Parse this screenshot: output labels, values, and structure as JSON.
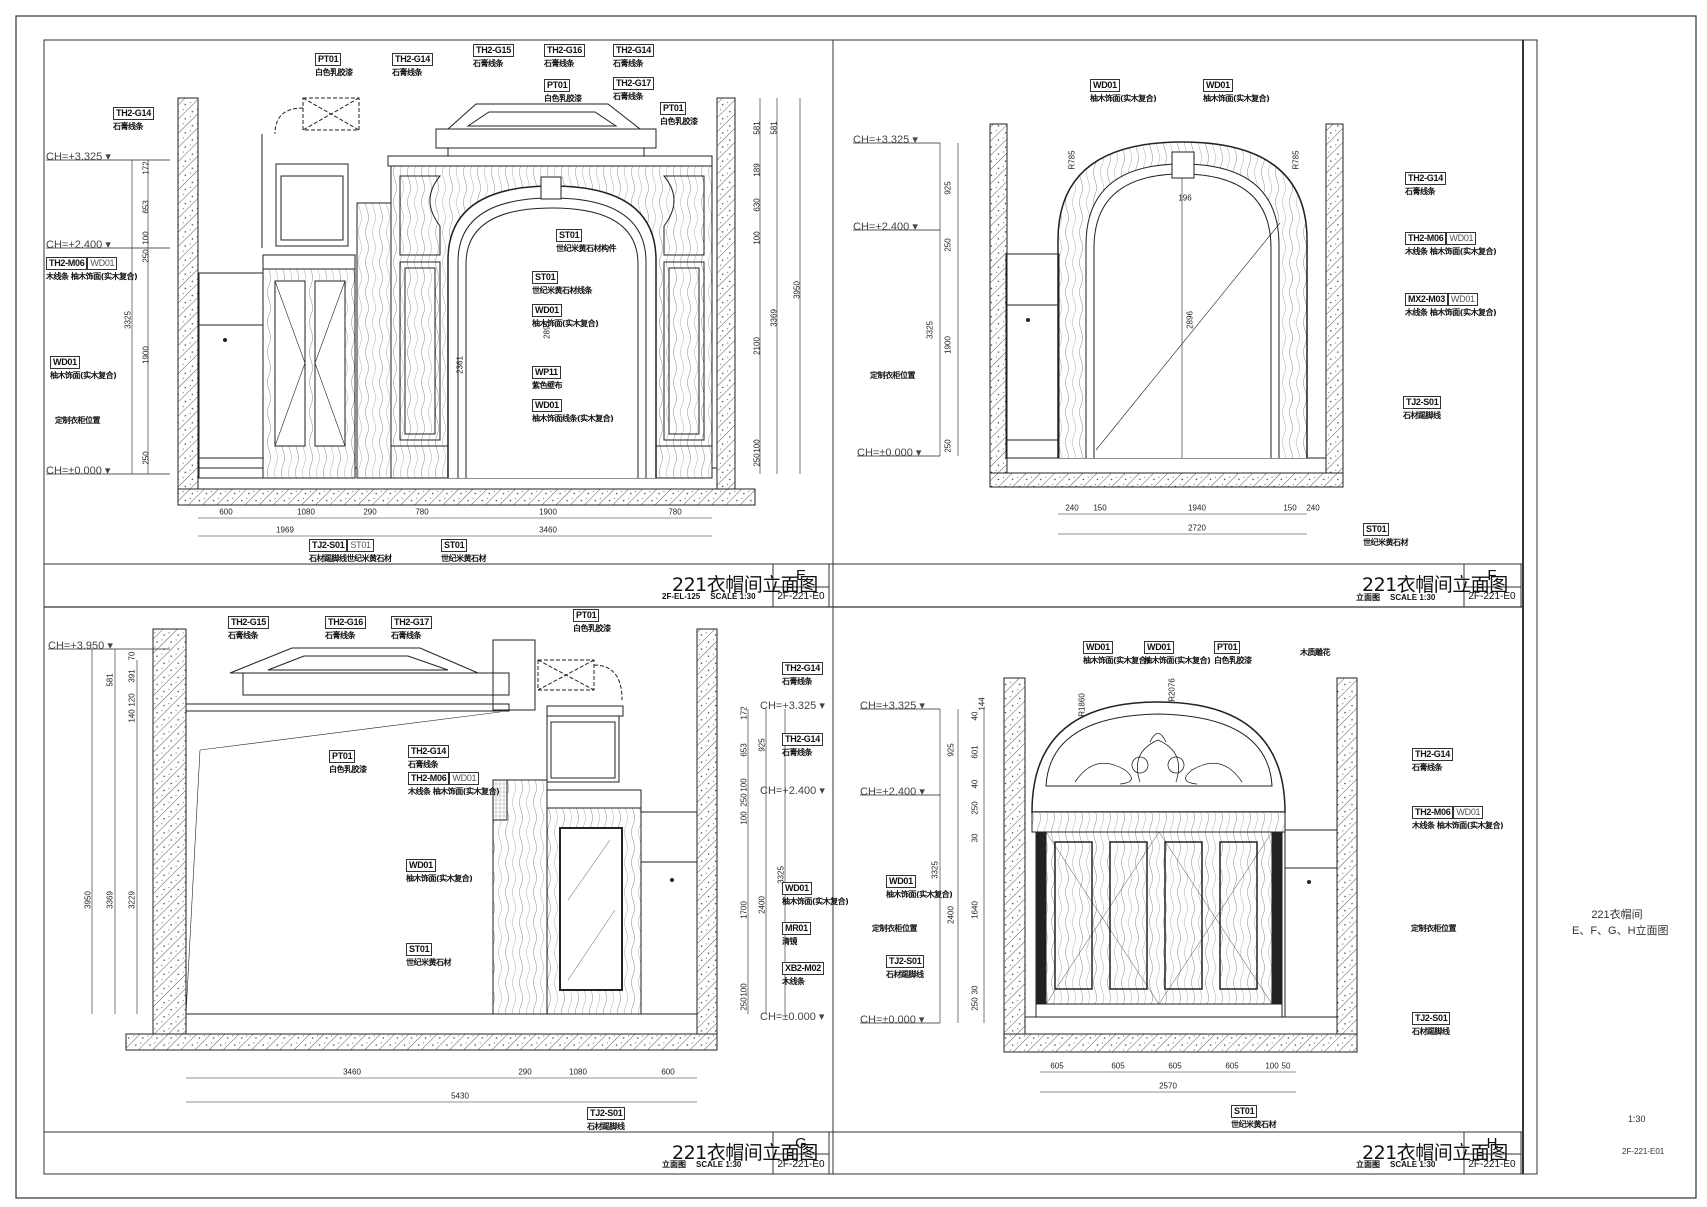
{
  "sheet": {
    "side_title_line1": "221衣帽间",
    "side_title_line2": "E、F、G、H立面图",
    "scale": "1:30",
    "drawing_no": "2F-221-E01"
  },
  "panels": {
    "E": {
      "title": "221衣帽间立面图",
      "letter": "E",
      "sub_left": "2F-EL-125",
      "sub_scale": "SCALE 1:30",
      "code": "2F-221-E0",
      "levels": [
        "CH=+3.325",
        "CH=+2.400",
        "CH=±0.000"
      ],
      "callouts": [
        {
          "codes": [
            "PT01"
          ],
          "desc": "白色乳胶漆"
        },
        {
          "codes": [
            "TH2-G14"
          ],
          "desc": "石膏线条"
        },
        {
          "codes": [
            "TH2-G15"
          ],
          "desc": "石膏线条"
        },
        {
          "codes": [
            "TH2-G16"
          ],
          "desc": "石膏线条"
        },
        {
          "codes": [
            "TH2-G14"
          ],
          "desc": "石膏线条"
        },
        {
          "codes": [
            "PT01"
          ],
          "desc": "白色乳胶漆"
        },
        {
          "codes": [
            "TH2-G17"
          ],
          "desc": "石膏线条"
        },
        {
          "codes": [
            "PT01"
          ],
          "desc": "白色乳胶漆"
        },
        {
          "codes": [
            "TH2-G14"
          ],
          "desc": "石膏线条"
        },
        {
          "codes": [
            "ST01"
          ],
          "desc": "世纪米黄石材构件"
        },
        {
          "codes": [
            "TH2-M06",
            "WD01"
          ],
          "desc": "木线条  柚木饰面(实木复合)"
        },
        {
          "codes": [
            "ST01"
          ],
          "desc": "世纪米黄石材线条"
        },
        {
          "codes": [
            "WD01"
          ],
          "desc": "柚木饰面(实木复合)"
        },
        {
          "codes": [
            "WD01"
          ],
          "desc": "柚木饰面(实木复合)"
        },
        {
          "codes": [
            "WP11"
          ],
          "desc": "紫色壁布"
        },
        {
          "codes": [],
          "desc": "定制衣柜位置"
        },
        {
          "codes": [
            "WD01"
          ],
          "desc": "柚木饰面线条(实木复合)"
        },
        {
          "codes": [
            "TJ2-S01",
            "ST01"
          ],
          "desc": "石材踢脚线世纪米黄石材"
        },
        {
          "codes": [
            "ST01"
          ],
          "desc": "世纪米黄石材"
        }
      ],
      "dims": [
        "172",
        "653",
        "100",
        "250",
        "1900",
        "250",
        "3325",
        "581",
        "189",
        "630",
        "100",
        "2100",
        "100",
        "250",
        "581",
        "3369",
        "3950",
        "600",
        "1080",
        "290",
        "780",
        "1900",
        "780",
        "1969",
        "3460",
        "2895",
        "2361"
      ]
    },
    "F": {
      "title": "221衣帽间立面图",
      "letter": "F",
      "sub_left": "立面图",
      "sub_scale": "SCALE 1:30",
      "code": "2F-221-E0",
      "levels": [
        "CH=+3.325",
        "CH=+2.400",
        "CH=±0.000"
      ],
      "callouts": [
        {
          "codes": [
            "WD01"
          ],
          "desc": "柚木饰面(实木复合)"
        },
        {
          "codes": [
            "WD01"
          ],
          "desc": "柚木饰面(实木复合)"
        },
        {
          "codes": [
            "TH2-G14"
          ],
          "desc": "石膏线条"
        },
        {
          "codes": [
            "TH2-M06",
            "WD01"
          ],
          "desc": "木线条  柚木饰面(实木复合)"
        },
        {
          "codes": [
            "MX2-M03",
            "WD01"
          ],
          "desc": "木线条  柚木饰面(实木复合)"
        },
        {
          "codes": [],
          "desc": "定制衣柜位置"
        },
        {
          "codes": [
            "TJ2-S01"
          ],
          "desc": "石材踢脚线"
        },
        {
          "codes": [
            "ST01"
          ],
          "desc": "世纪米黄石材"
        }
      ],
      "dims": [
        "925",
        "250",
        "1900",
        "250",
        "3325",
        "2896",
        "R785",
        "R785",
        "196",
        "240",
        "150",
        "1940",
        "150",
        "240",
        "2720"
      ]
    },
    "G": {
      "title": "221衣帽间立面图",
      "letter": "G",
      "sub_left": "立面图",
      "sub_scale": "SCALE 1:30",
      "code": "2F-221-E0",
      "levels": [
        "CH=+3.950",
        "CH=+3.325",
        "CH=+2.400",
        "CH=±0.000"
      ],
      "callouts": [
        {
          "codes": [
            "TH2-G15"
          ],
          "desc": "石膏线条"
        },
        {
          "codes": [
            "TH2-G16"
          ],
          "desc": "石膏线条"
        },
        {
          "codes": [
            "TH2-G17"
          ],
          "desc": "石膏线条"
        },
        {
          "codes": [
            "PT01"
          ],
          "desc": "白色乳胶漆"
        },
        {
          "codes": [
            "TH2-G14"
          ],
          "desc": "石膏线条"
        },
        {
          "codes": [
            "TH2-G14"
          ],
          "desc": "石膏线条"
        },
        {
          "codes": [
            "PT01"
          ],
          "desc": "白色乳胶漆"
        },
        {
          "codes": [
            "TH2-G14"
          ],
          "desc": "石膏线条"
        },
        {
          "codes": [
            "TH2-M06",
            "WD01"
          ],
          "desc": "木线条  柚木饰面(实木复合)"
        },
        {
          "codes": [
            "WD01"
          ],
          "desc": "柚木饰面(实木复合)"
        },
        {
          "codes": [
            "WD01"
          ],
          "desc": "柚木饰面(实木复合)"
        },
        {
          "codes": [
            "MR01"
          ],
          "desc": "清镜"
        },
        {
          "codes": [
            "ST01"
          ],
          "desc": "世纪米黄石材"
        },
        {
          "codes": [
            "XB2-M02"
          ],
          "desc": "木线条"
        },
        {
          "codes": [
            "TJ2-S01"
          ],
          "desc": "石材踢脚线"
        }
      ],
      "dims": [
        "3950",
        "3369",
        "3229",
        "581",
        "70",
        "391",
        "120",
        "140",
        "172",
        "653",
        "100",
        "250",
        "100",
        "1700",
        "100",
        "250",
        "925",
        "2400",
        "3325",
        "3460",
        "290",
        "1080",
        "600",
        "5430"
      ]
    },
    "H": {
      "title": "221衣帽间立面图",
      "letter": "H",
      "sub_left": "立面图",
      "sub_scale": "SCALE 1:30",
      "code": "2F-221-E0",
      "levels": [
        "CH=+3.325",
        "CH=+2.400",
        "CH=±0.000"
      ],
      "callouts": [
        {
          "codes": [
            "WD01"
          ],
          "desc": "柚木饰面(实木复合)"
        },
        {
          "codes": [
            "WD01"
          ],
          "desc": "柚木饰面(实木复合)"
        },
        {
          "codes": [
            "PT01"
          ],
          "desc": "白色乳胶漆"
        },
        {
          "codes": [],
          "desc": "木质雕花"
        },
        {
          "codes": [
            "TH2-G14"
          ],
          "desc": "石膏线条"
        },
        {
          "codes": [
            "TH2-M06",
            "WD01"
          ],
          "desc": "木线条  柚木饰面(实木复合)"
        },
        {
          "codes": [
            "WD01"
          ],
          "desc": "柚木饰面(实木复合)"
        },
        {
          "codes": [],
          "desc": "定制衣柜位置"
        },
        {
          "codes": [],
          "desc": "定制衣柜位置"
        },
        {
          "codes": [
            "TJ2-S01"
          ],
          "desc": "石材踢脚线"
        },
        {
          "codes": [
            "TJ2-S01"
          ],
          "desc": "石材踢脚线"
        },
        {
          "codes": [
            "ST01"
          ],
          "desc": "世纪米黄石材"
        }
      ],
      "dims": [
        "40",
        "144",
        "601",
        "40",
        "250",
        "30",
        "1640",
        "30",
        "250",
        "925",
        "2400",
        "3325",
        "R2076",
        "R1860",
        "605",
        "605",
        "605",
        "605",
        "100",
        "50",
        "2570"
      ]
    }
  }
}
